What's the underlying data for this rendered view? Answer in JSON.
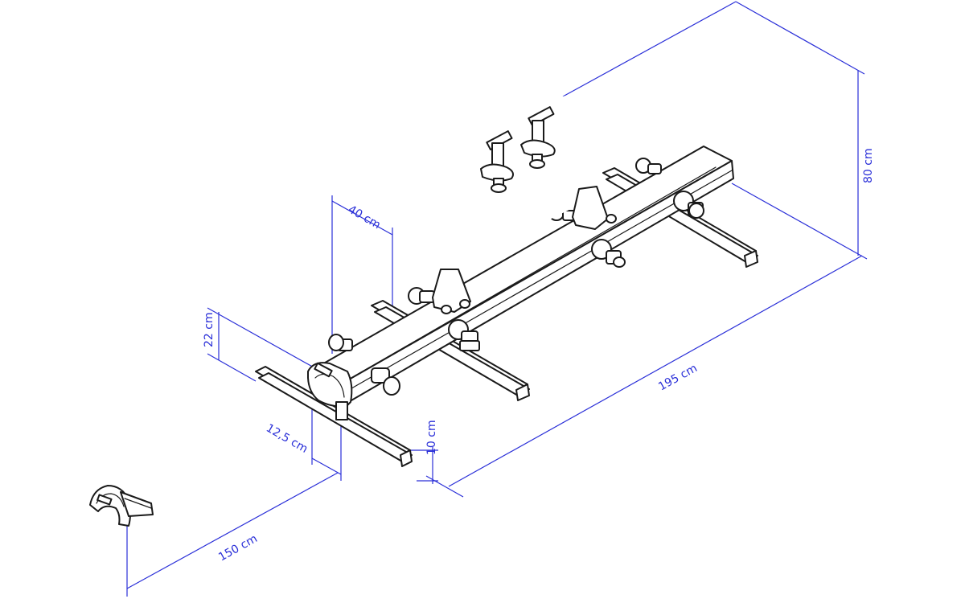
{
  "colors": {
    "dimension": "#2a2fd8",
    "outline": "#1a1a1a",
    "background": "#ffffff"
  },
  "dimensions": {
    "height_total": "80 cm",
    "length_total": "195 cm",
    "width_total": "150 cm",
    "arm_spacing": "40 cm",
    "rack_height": "22 cm",
    "rail_width": "12,5 cm",
    "rail_height": "10 cm"
  },
  "icons": {
    "rack": "bike-carrier-rack-icon",
    "mount": "mounting-bracket-icon"
  }
}
